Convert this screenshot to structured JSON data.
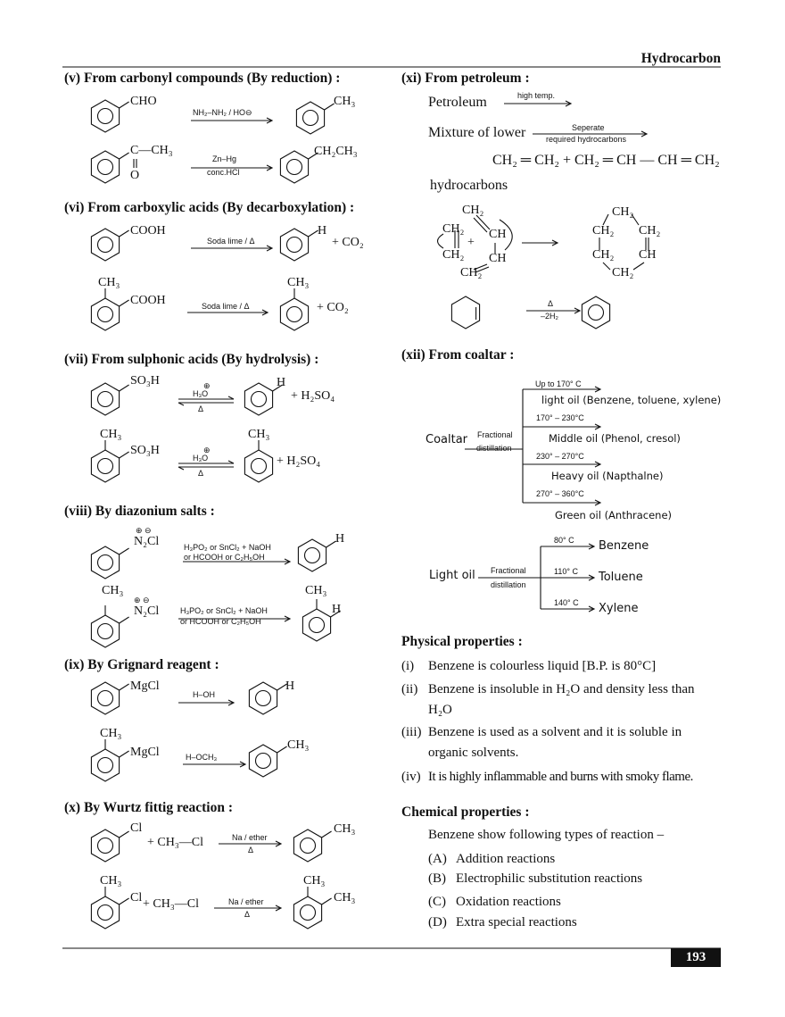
{
  "header": {
    "title": "Hydrocarbon"
  },
  "left": {
    "v": {
      "heading": "(v)  From carbonyl compounds (By reduction) :",
      "cho": "CHO",
      "r1": "NH₂–NH₂ / HO⊖",
      "ch3": "CH₃",
      "c_ch3": "C—CH₃",
      "o": "O",
      "zn": "Zn–Hg",
      "hcl": "conc.HCl",
      "ethyl": "CH₂CH₃"
    },
    "vi": {
      "heading": "(vi)  From carboxylic acids (By decarboxylation) :",
      "cooh": "COOH",
      "reagent": "Soda lime / Δ",
      "h": "H",
      "co2": "+ CO₂",
      "ch3": "CH₃"
    },
    "vii": {
      "heading": "(vii) From sulphonic acids (By hydrolysis) :",
      "so3h": "SO₃H",
      "h3o": "H₃O",
      "plus": "⊕",
      "delta": "Δ",
      "h": "H",
      "h2so4": "+ H₂SO₄",
      "ch3": "CH₃"
    },
    "viii": {
      "heading": "(viii) By diazonium salts :",
      "n2cl": "N₂Cl",
      "charges": "⊕ ⊖",
      "r1": "H₃PO₂ or SnCl₂ + NaOH",
      "r2": "or HCOOH or C₂H₅OH",
      "h": "H",
      "ch3": "CH₃"
    },
    "ix": {
      "heading": "(ix) By Grignard reagent :",
      "mgcl": "MgCl",
      "hoh": "H–OH",
      "h": "H",
      "ch3": "CH₃",
      "hoch3": "H–OCH₃"
    },
    "x": {
      "heading": "(x) By Wurtz fittig reaction :",
      "cl": "Cl",
      "plus_ch3cl": "+ CH₃—Cl",
      "na": "Na / ether",
      "delta": "Δ",
      "ch3": "CH₃"
    }
  },
  "right": {
    "xi": {
      "heading": "(xi) From petroleum :",
      "petroleum": "Petroleum",
      "high_temp": "high temp.",
      "mixture": "Mixture of lower",
      "seperate": "Seperate",
      "required": "required hydrocarbons",
      "equation": "CH₂ ═ CH₂ + CH₂ ═ CH — CH ═ CH₂",
      "hydrocarbons": "hydrocarbons",
      "ch2": "CH₂",
      "ch": "CH",
      "plus": "+",
      "delta": "Δ",
      "minus_h2": "–2H₂"
    },
    "xii": {
      "heading": "(xii) From coaltar :",
      "coaltar": "Coaltar",
      "fractional": "Fractional",
      "distillation": "distillation",
      "fractions": [
        {
          "temp": "Up to 170° C",
          "product": "light oil (Benzene, toluene, xylene)"
        },
        {
          "temp": "170° – 230°C",
          "product": "Middle oil (Phenol, cresol)"
        },
        {
          "temp": "230° – 270°C",
          "product": "Heavy oil (Napthalne)"
        },
        {
          "temp": "270° – 360°C",
          "product": "Green oil (Anthracene)"
        }
      ],
      "light_oil": "Light oil",
      "light_fractions": [
        {
          "temp": "80° C",
          "product": "Benzene"
        },
        {
          "temp": "110° C",
          "product": "Toluene"
        },
        {
          "temp": "140° C",
          "product": "Xylene"
        }
      ]
    },
    "physical": {
      "heading": "Physical properties :",
      "items": [
        {
          "n": "(i)",
          "text": "Benzene is colourless liquid [B.P. is 80°C]"
        },
        {
          "n": "(ii)",
          "text": "Benzene is insoluble in H₂O and density less than",
          "cont": "H₂O"
        },
        {
          "n": "(iii)",
          "text": "Benzene is used as a solvent and it is soluble in",
          "cont": "organic solvents."
        },
        {
          "n": "(iv)",
          "text": "It is highly inflammable and burns with smoky flame."
        }
      ]
    },
    "chemical": {
      "heading": "Chemical properties :",
      "intro": "Benzene show following types of reaction –",
      "items": [
        {
          "n": "(A)",
          "text": "Addition reactions"
        },
        {
          "n": "(B)",
          "text": "Electrophilic substitution reactions"
        },
        {
          "n": "(C)",
          "text": "Oxidation reactions"
        },
        {
          "n": "(D)",
          "text": "Extra special reactions"
        }
      ]
    }
  },
  "footer": {
    "page_number": "193"
  }
}
